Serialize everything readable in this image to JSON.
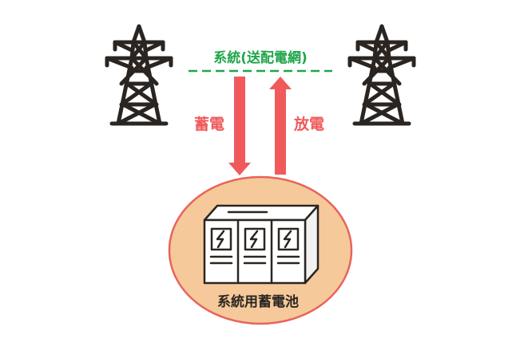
{
  "grid_label": "系統(送配電網)",
  "charge_label": "蓄電",
  "discharge_label": "放電",
  "battery_label": "系統用蓄電池",
  "icons": {
    "left_tower": "transmission-tower-icon",
    "right_tower": "transmission-tower-icon",
    "battery": "battery-cabinet-icon"
  },
  "colors": {
    "grid": "#1fa64a",
    "arrow": "#f05a5a",
    "ellipse_fill": "#f5c99a",
    "ellipse_stroke": "#e8635c",
    "ink": "#2b2521"
  }
}
